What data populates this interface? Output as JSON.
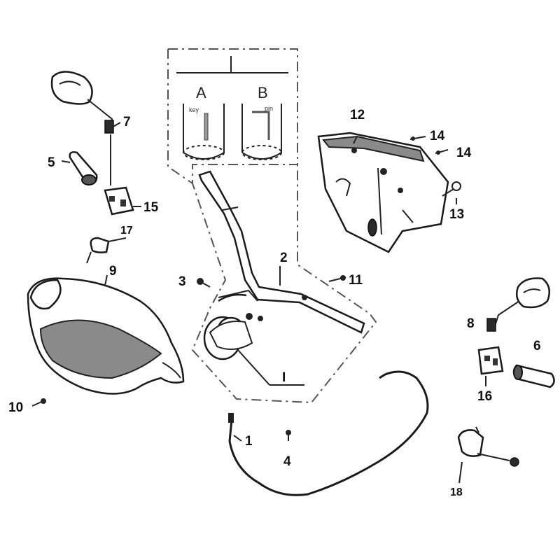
{
  "diagram": {
    "inset": {
      "marker": "I",
      "variant_a": "A",
      "variant_b": "B",
      "variant_a_note": "key",
      "variant_b_note": "pin"
    },
    "detail_marker": "I",
    "callouts": {
      "c1": "1",
      "c2": "2",
      "c3": "3",
      "c4": "4",
      "c5": "5",
      "c6": "6",
      "c7": "7",
      "c8": "8",
      "c9": "9",
      "c10": "10",
      "c11": "11",
      "c12": "12",
      "c13": "13",
      "c14a": "14",
      "c14b": "14",
      "c15": "15",
      "c16": "16",
      "c17": "17",
      "c18": "18"
    }
  }
}
